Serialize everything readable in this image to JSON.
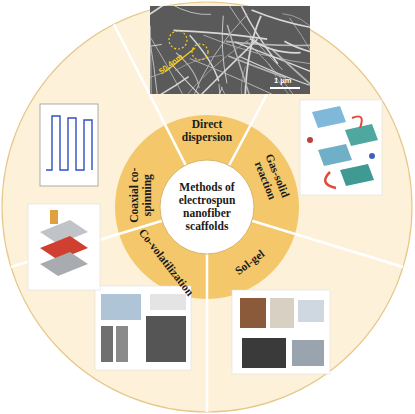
{
  "diagram": {
    "nodes": [
      {
        "text": [
          "Methods of electrospun nanofiber scaffolds"
        ]
      },
      {
        "text": [
          "Direct dispersion"
        ]
      },
      {
        "text": [
          "Gas-solid reaction"
        ]
      },
      {
        "text": [
          "Sol-gel"
        ]
      },
      {
        "text": [
          "Co-volatilization"
        ]
      },
      {
        "text": [
          "Coaxial co-spinning"
        ]
      }
    ],
    "labels": [
      "50.4nm",
      "1 μm"
    ]
  }
}
